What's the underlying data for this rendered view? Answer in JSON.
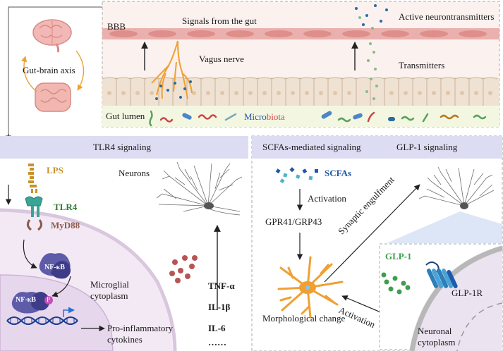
{
  "axis": {
    "label": "Gut-brain axis"
  },
  "gut_panel": {
    "bbb": "BBB",
    "signals": "Signals from the gut",
    "active_nt": "Active neurontransmitters",
    "vagus": "Vagus nerve",
    "transmitters": "Transmitters",
    "lumen": "Gut lumen",
    "microbiota_a": "Micro",
    "microbiota_b": "biota"
  },
  "tlr4": {
    "header": "TLR4 signaling",
    "lps": "LPS",
    "tlr4": "TLR4",
    "myd88": "MyD88",
    "nfkb": "NF-κB",
    "nfkb2": "NF-κB",
    "p": "P",
    "neurons": "Neurons",
    "microglial": "Microglial",
    "cytoplasm": "cytoplasm",
    "pro_inflam": "Pro-inflammatory",
    "cytokines": "cytokines",
    "tnf": "TNF-α",
    "il1b": "IL-1β",
    "il6": "IL-6",
    "dots": "……"
  },
  "scfa": {
    "header": "SCFAs-mediated signaling",
    "glp_header": "GLP-1 signaling",
    "scfas": "SCFAs",
    "activation": "Activation",
    "gpr": "GPR41/GRP43",
    "synaptic": "Synaptic engulfment",
    "morph": "Morphological change",
    "activation2": "Activation",
    "glp1": "GLP-1",
    "glp1r": "GLP-1R",
    "neuronal": "Neuronal",
    "ncyto": "cytoplasm"
  },
  "colors": {
    "header_bg": "#dcdcf2",
    "gut_bg": "#fbf1ee",
    "bbb": "#e8a3a3",
    "lumen_bg": "#f4f7e3",
    "cell": "#efe4d6",
    "microglia_bg": "#f3e9f5",
    "orange": "#f0a033",
    "lps": "#c8922a",
    "tlr4_green": "#2e7d32",
    "myd88": "#8d5a4a",
    "nfkb": "#5e5ba8",
    "scfa_blue": "#1e5aa8",
    "glp_green": "#3f9e4c",
    "red_dots": "#b85454"
  }
}
